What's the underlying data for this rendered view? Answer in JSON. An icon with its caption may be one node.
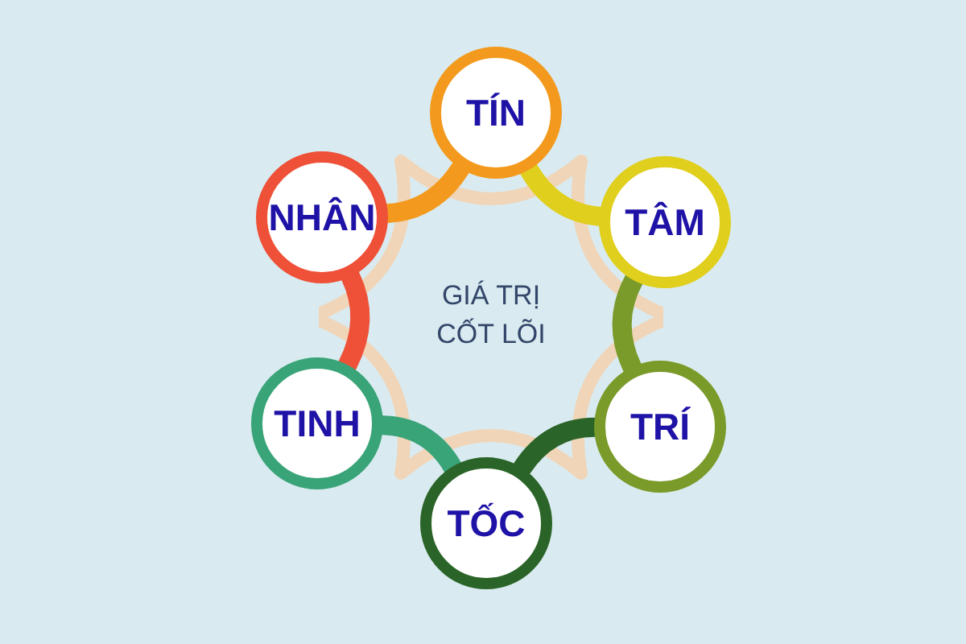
{
  "diagram": {
    "nodes": [
      {
        "text": [
          "GIÁ TRỊ CỐT LÕI"
        ]
      },
      {
        "text": [
          "TÍN"
        ]
      },
      {
        "text": [
          "TÂM"
        ]
      },
      {
        "text": [
          "TRÍ"
        ]
      },
      {
        "text": [
          "TỐC"
        ]
      },
      {
        "text": [
          "TINH"
        ]
      },
      {
        "text": [
          "NHÂN"
        ]
      }
    ],
    "edges": [
      {
        "from": 1,
        "to": 6,
        "arrow": "none",
        "color": "#f39a1e"
      },
      {
        "from": 2,
        "to": 1,
        "arrow": "none",
        "color": "#e0cf1d"
      },
      {
        "from": 3,
        "to": 2,
        "arrow": "none",
        "color": "#7a9a2a"
      },
      {
        "from": 4,
        "to": 3,
        "arrow": "none",
        "color": "#2b6428"
      },
      {
        "from": 5,
        "to": 4,
        "arrow": "none",
        "color": "#3aa479"
      },
      {
        "from": 6,
        "to": 5,
        "arrow": "none",
        "color": "#ee5138"
      }
    ]
  }
}
